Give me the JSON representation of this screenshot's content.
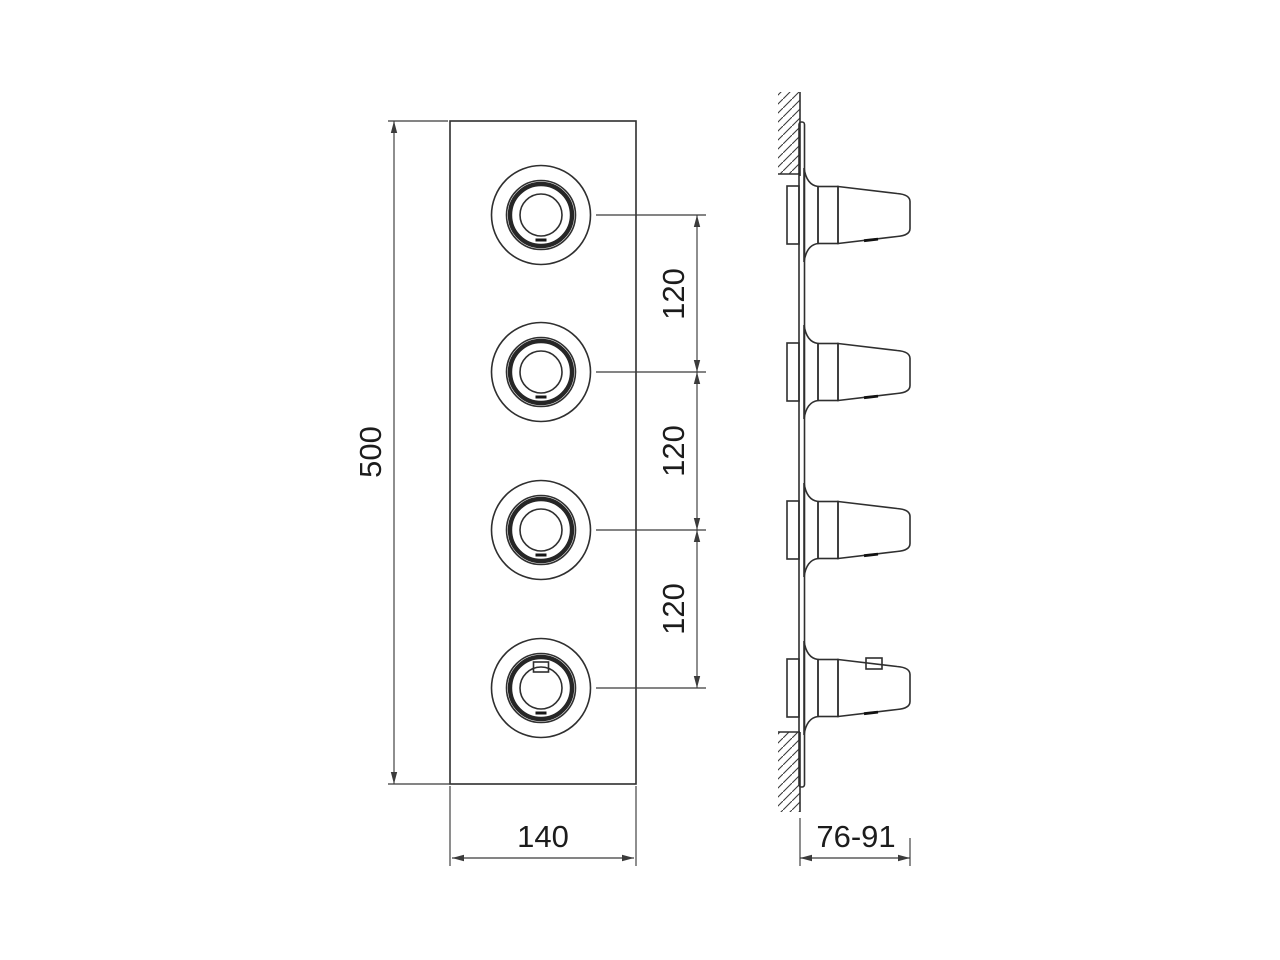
{
  "drawing": {
    "views": {
      "front": {
        "knob_count": 4
      },
      "side": {
        "knob_count": 4
      }
    },
    "dimensions": {
      "overall_height": "500",
      "knob_spacing_1": "120",
      "knob_spacing_2": "120",
      "knob_spacing_3": "120",
      "overall_width": "140",
      "installation_depth": "76-91"
    },
    "colors": {
      "line": "#2f2f2f",
      "dimension_line": "#3b3b3b",
      "text": "#1c1c1c",
      "background": "#ffffff"
    }
  }
}
